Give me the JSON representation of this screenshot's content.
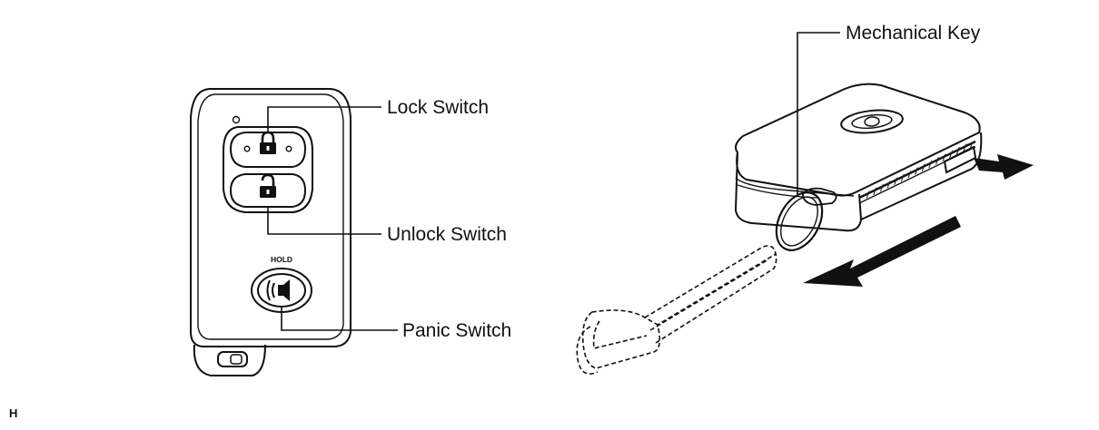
{
  "labels": {
    "lock_switch": "Lock Switch",
    "unlock_switch": "Unlock Switch",
    "panic_switch": "Panic Switch",
    "mechanical_key": "Mechanical Key"
  },
  "fob": {
    "hold_text": "HOLD"
  },
  "corner_mark": "H",
  "icons": [
    "lock-closed-icon",
    "lock-open-icon",
    "panic-sound-icon"
  ],
  "colors": {
    "ink": "#111111",
    "background": "#ffffff"
  }
}
